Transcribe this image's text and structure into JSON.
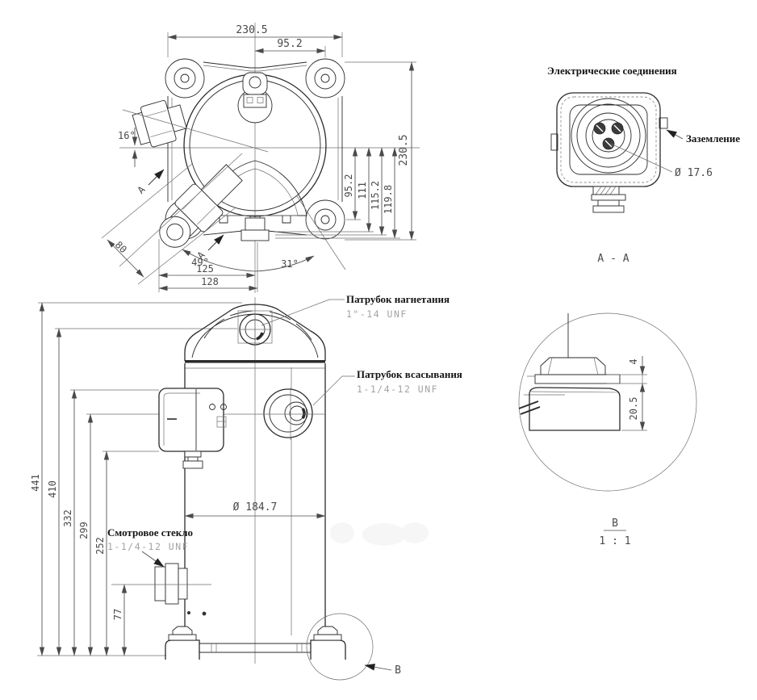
{
  "meta": {
    "ink_color": "#2b2b2b",
    "dim_color": "#4a4a4a",
    "thread_color": "#a3a3a3",
    "background": "#ffffff"
  },
  "top_view": {
    "dim_width": "230.5",
    "dim_width_half": "95.2",
    "dim_height": "230.5",
    "dim_v1": "95.2",
    "dim_v2": "111",
    "dim_v3": "115.2",
    "dim_v4": "119.8",
    "angle_sight": "16°",
    "angle_49": "49°",
    "angle_31": "31°",
    "dim_diag": "80",
    "dim_125": "125",
    "dim_128": "128",
    "section_mark": "A"
  },
  "electrical_view": {
    "title": "Электрические соединения",
    "ground": "Заземление",
    "dia": "Ø 17.6",
    "section": "A - A"
  },
  "front_view": {
    "discharge": {
      "label": "Патрубок нагнетания",
      "thread": "1\"-14 UNF"
    },
    "suction": {
      "label": "Патрубок всасывания",
      "thread": "1-1/4-12 UNF"
    },
    "sight_glass": {
      "label": "Смотровое стекло",
      "thread": "1-1/4-12 UNF"
    },
    "heights": [
      "441",
      "410",
      "332",
      "299",
      "252",
      "77"
    ],
    "dia_body": "Ø 184.7",
    "detail_mark": "B"
  },
  "detail_b": {
    "dim_washer": "4",
    "dim_foot": "20.5",
    "label": "B",
    "scale": "1 : 1"
  }
}
